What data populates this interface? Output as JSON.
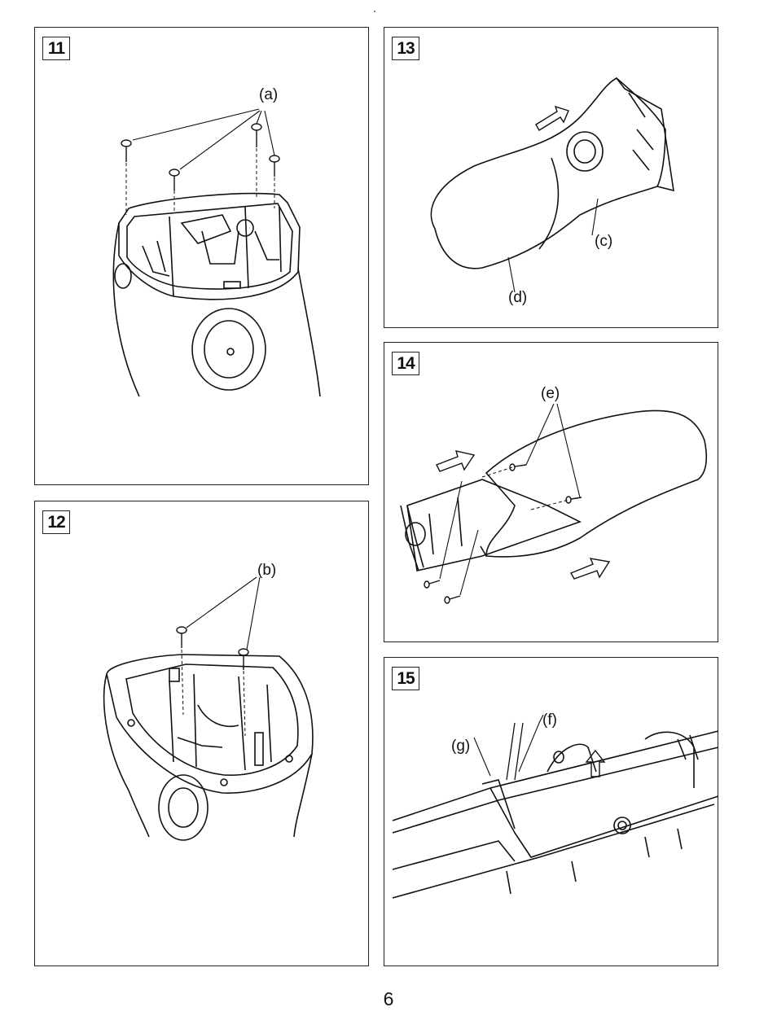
{
  "panels": [
    {
      "step": "11",
      "labels": {
        "a": "(a)"
      }
    },
    {
      "step": "12",
      "labels": {
        "b": "(b)"
      }
    },
    {
      "step": "13",
      "labels": {
        "c": "(c)",
        "d": "(d)"
      }
    },
    {
      "step": "14",
      "labels": {
        "e": "(e)"
      }
    },
    {
      "step": "15",
      "labels": {
        "f": "(f)",
        "g": "(g)"
      }
    }
  ],
  "page_number": "6"
}
